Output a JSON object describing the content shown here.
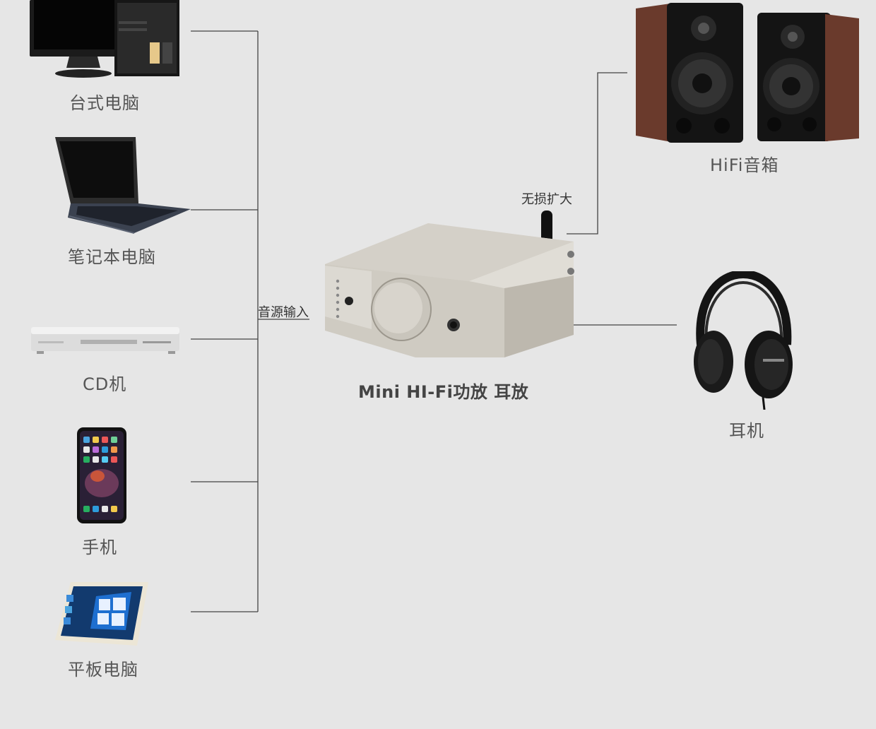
{
  "sources": {
    "desktop": "台式电脑",
    "laptop": "笔记本电脑",
    "cd": "CD机",
    "phone": "手机",
    "tablet": "平板电脑"
  },
  "input_label": "音源输入",
  "amp_title": "Mini HI-Fi功放 耳放",
  "output_label": "无损扩大",
  "speakers": "HiFi音箱",
  "headphones": "耳机",
  "colors": {
    "background": "#e6e6e6",
    "line": "#444444",
    "amp_body": "#d4d0c8"
  }
}
